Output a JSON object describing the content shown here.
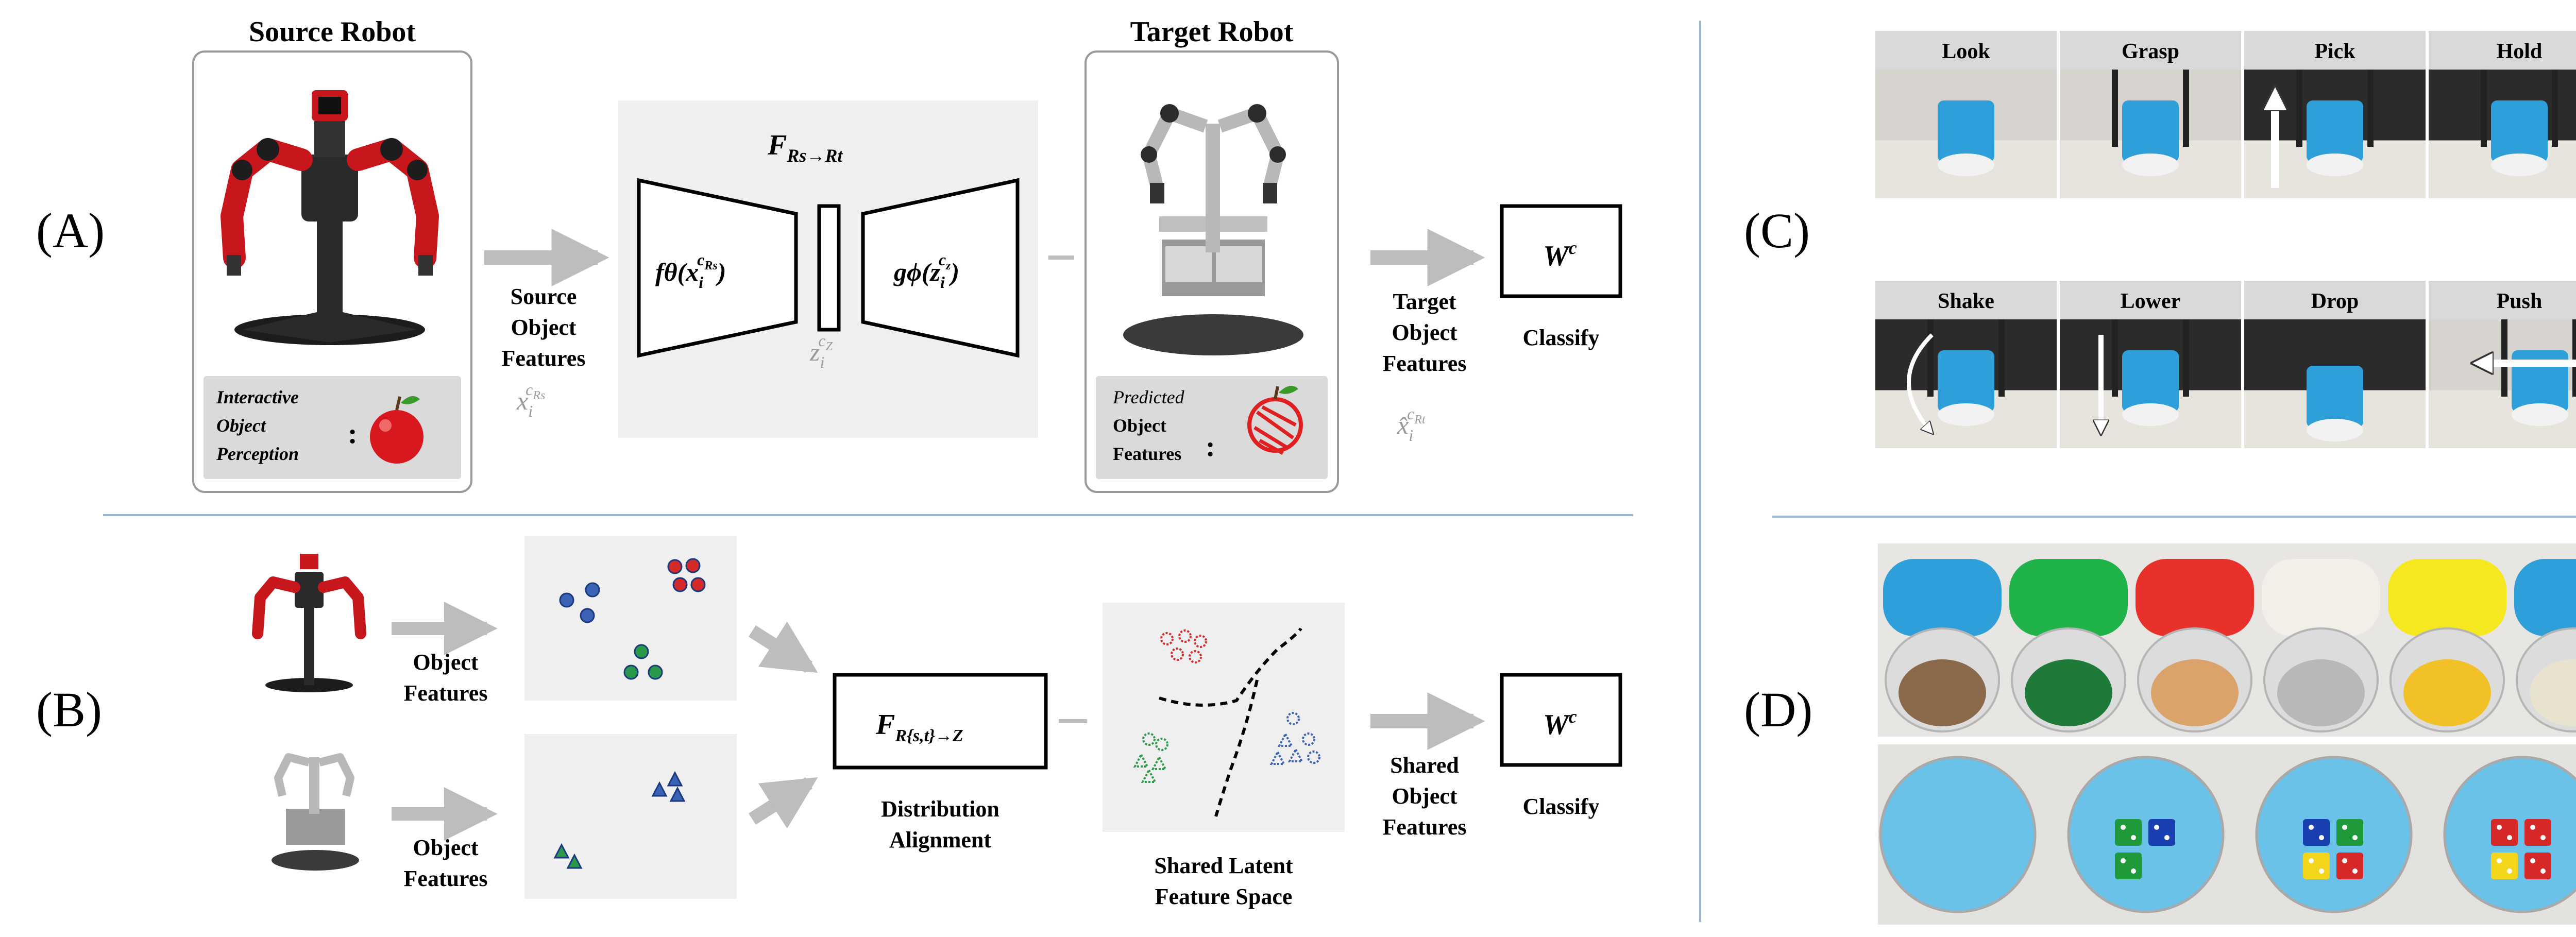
{
  "panelA": {
    "label": "(A)",
    "source_title": "Source Robot",
    "target_title": "Target Robot",
    "perception_lines": [
      "Interactive",
      "Object",
      "Perception"
    ],
    "colon": ":",
    "source_feat_lines": [
      "Source",
      "Object",
      "Features"
    ],
    "source_feat_symbol": "x",
    "source_feat_sub": "i",
    "source_feat_sup": "c",
    "source_feat_supsup": "Rs",
    "mapping_title": "F",
    "mapping_title_sub": "Rs→Rt",
    "encoder_label": "fθ(x",
    "encoder_label_close": ")",
    "encoder_sub": "i",
    "encoder_sup": "c",
    "encoder_supsup": "Rs",
    "decoder_label": "gϕ(z",
    "decoder_label_close": ")",
    "decoder_sub": "i",
    "decoder_sup": "c",
    "decoder_supsup": "z",
    "latent_symbol": "z",
    "latent_sub": "i",
    "latent_sup": "c",
    "latent_supsup": "Z",
    "predicted_lines": [
      "Predicted",
      "Object",
      "Features"
    ],
    "target_feat_lines": [
      "Target",
      "Object",
      "Features"
    ],
    "target_feat_symbol": "x̂",
    "target_feat_sub": "i",
    "target_feat_sup": "c",
    "target_feat_supsup": "Rt",
    "classifier_symbol": "W",
    "classifier_sup": "c",
    "classify_label": "Classify"
  },
  "panelB": {
    "label": "(B)",
    "object_features_1": [
      "Object",
      "Features"
    ],
    "object_features_2": [
      "Object",
      "Features"
    ],
    "alignment_symbol": "F",
    "alignment_sub": "R{s,t}→Z",
    "alignment_lines": [
      "Distribution",
      "Alignment"
    ],
    "latent_lines": [
      "Shared Latent",
      "Feature Space"
    ],
    "shared_feat_lines": [
      "Shared",
      "Object",
      "Features"
    ],
    "classifier_symbol": "W",
    "classifier_sup": "c",
    "classify_label": "Classify"
  },
  "panelC": {
    "label": "(C)",
    "behaviors": [
      "Look",
      "Grasp",
      "Pick",
      "Hold",
      "Shake",
      "Lower",
      "Drop",
      "Push"
    ]
  },
  "panelD": {
    "label": "(D)"
  },
  "colors": {
    "robot_red": "#c8161d",
    "robot_dark": "#2a2a2a",
    "box_gray": "#efefef",
    "arrow_gray": "#bdbdbd",
    "cluster_blue": "#3b63b5",
    "cluster_red": "#d42a2a",
    "cluster_green": "#2a9a4a",
    "divider_blue": "#9ab3d6",
    "container_blue": "#2e9fd8"
  }
}
